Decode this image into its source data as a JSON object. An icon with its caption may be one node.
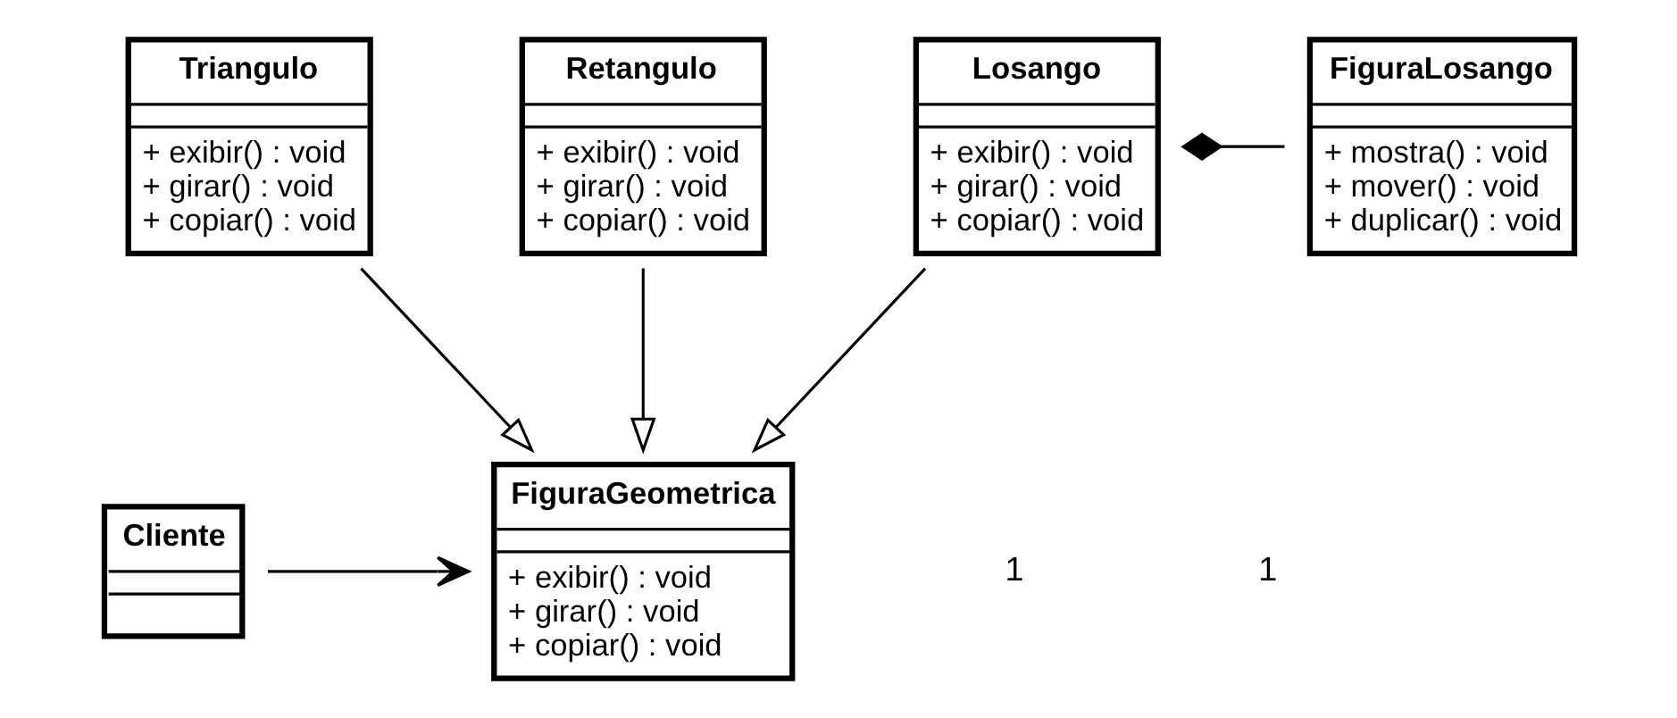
{
  "diagram": {
    "nodes": [
      {
        "text": [
          "Cliente"
        ]
      },
      {
        "text": [
          "FiguraGeometrica",
          "+ exibir() : void",
          "+ girar() : void",
          "+ copiar() : void"
        ]
      },
      {
        "text": [
          "Triangulo",
          "+ exibir() : void",
          "+ girar() : void",
          "+ copiar() : void"
        ]
      },
      {
        "text": [
          "Retangulo",
          "+ exibir() : void",
          "+ girar() : void",
          "+ copiar() : void"
        ]
      },
      {
        "text": [
          "Losango",
          "+ exibir() : void",
          "+ girar() : void",
          "+ copiar() : void"
        ]
      },
      {
        "text": [
          "FiguraLosango",
          "+ mostra() : void",
          "+ mover() : void",
          "+ duplicar() : void"
        ]
      }
    ],
    "edges": [
      {
        "from": 0,
        "to": 1,
        "arrow": "to"
      },
      {
        "from": 2,
        "to": 1,
        "arrow": "to"
      },
      {
        "from": 3,
        "to": 1,
        "arrow": "to"
      },
      {
        "from": 4,
        "to": 1,
        "arrow": "to"
      },
      {
        "from": 4,
        "to": 5,
        "arrow": "other"
      }
    ],
    "labels": [
      "1",
      "1"
    ]
  }
}
